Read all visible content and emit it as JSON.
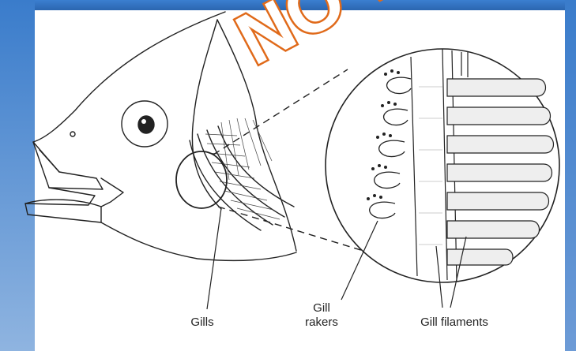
{
  "labels": {
    "gills": "Gills",
    "gill_rakers_line1": "Gill",
    "gill_rakers_line2": "rakers",
    "gill_filaments": "Gill filaments"
  },
  "watermark": {
    "text": "NO W",
    "fill_color": "#ffffff",
    "stroke_color": "#e06a1a"
  },
  "colors": {
    "frame": "#2f6eb8",
    "canvas": "#ffffff",
    "ink": "#222222"
  }
}
